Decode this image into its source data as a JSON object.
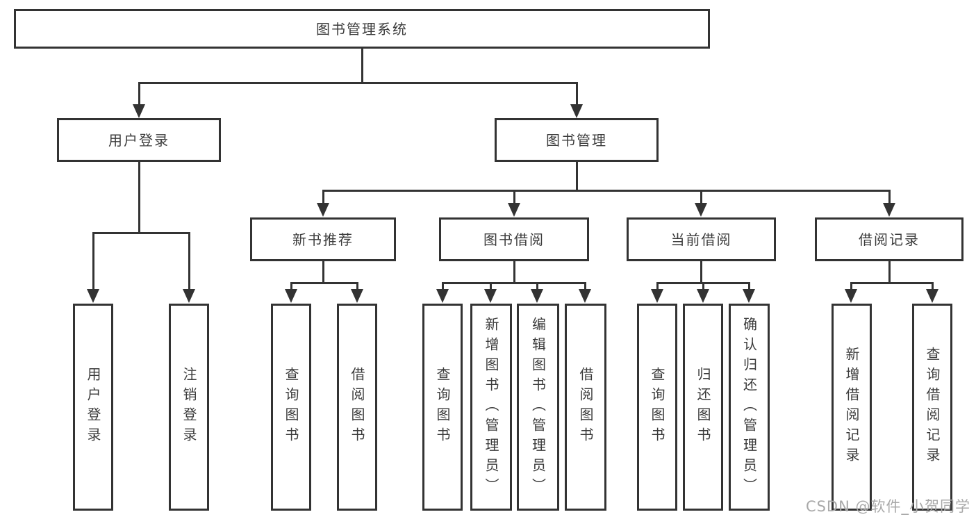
{
  "diagram_title": "图书管理系统",
  "colors": {
    "line": "#333333",
    "text": "#3b3b3b",
    "box_background": "#ffffff",
    "page_background": "#ffffff",
    "watermark": "#a9a9a9"
  },
  "tree": {
    "root": {
      "label": "图书管理系统"
    },
    "branches": [
      {
        "label": "用户登录",
        "children": [
          "用户登录",
          "注销登录"
        ]
      },
      {
        "label": "图书管理",
        "groups": [
          {
            "label": "新书推荐",
            "children": [
              "查询图书",
              "借阅图书"
            ]
          },
          {
            "label": "图书借阅",
            "children": [
              "查询图书",
              "新增图书（管理员）",
              "编辑图书（管理员）",
              "借阅图书"
            ]
          },
          {
            "label": "当前借阅",
            "children": [
              "查询图书",
              "归还图书",
              "确认归还（管理员）"
            ]
          },
          {
            "label": "借阅记录",
            "children": [
              "新增借阅记录",
              "查询借阅记录"
            ]
          }
        ]
      }
    ]
  },
  "watermark": "CSDN @软件_小贺同学"
}
